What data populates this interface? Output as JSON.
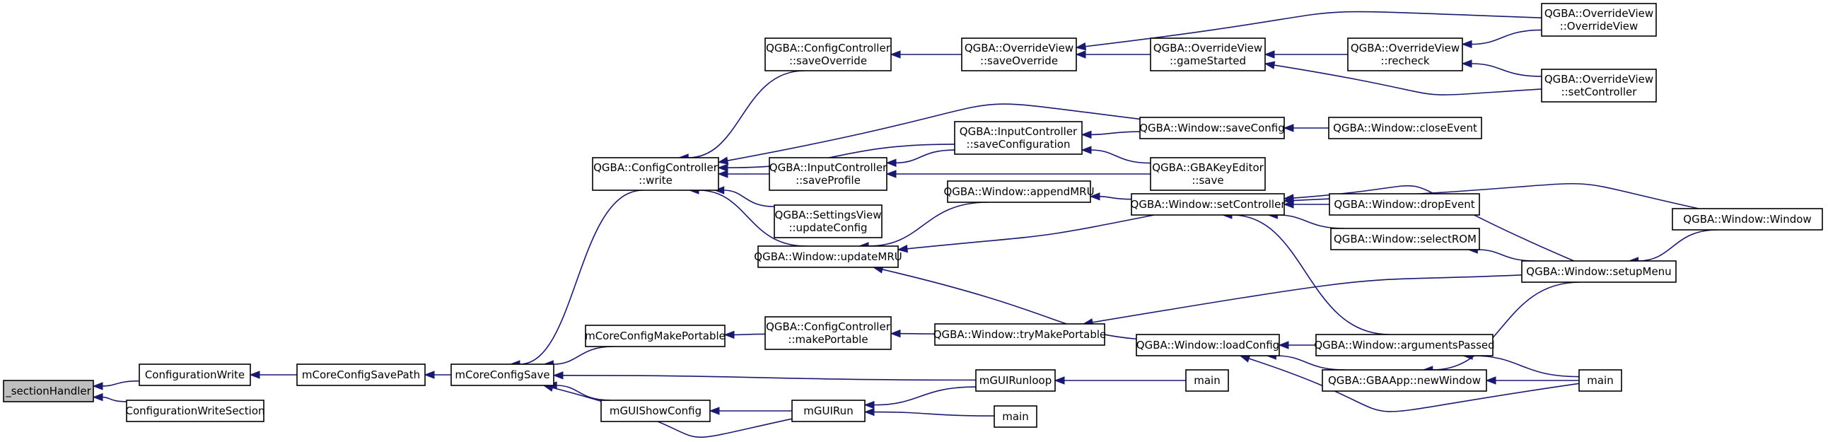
{
  "diagram": {
    "kind": "caller-graph",
    "colors": {
      "edge": "#191970",
      "node_border": "#000000",
      "root_fill": "#bfbfbf",
      "node_fill": "#ffffff"
    },
    "nodes": [
      {
        "id": "n0",
        "lines": [
          "_sectionHandler"
        ],
        "root": true
      },
      {
        "id": "n1",
        "lines": [
          "ConfigurationWrite"
        ]
      },
      {
        "id": "n2",
        "lines": [
          "ConfigurationWriteSection"
        ]
      },
      {
        "id": "n3",
        "lines": [
          "mCoreConfigSavePath"
        ]
      },
      {
        "id": "n4",
        "lines": [
          "mCoreConfigSave"
        ]
      },
      {
        "id": "n5",
        "lines": [
          "QGBA::ConfigController",
          "::write"
        ]
      },
      {
        "id": "n6",
        "lines": [
          "mCoreConfigMakePortable"
        ]
      },
      {
        "id": "n7",
        "lines": [
          "mGUIShowConfig"
        ]
      },
      {
        "id": "n8",
        "lines": [
          "mGUIRun"
        ]
      },
      {
        "id": "n9",
        "lines": [
          "mGUIRunloop"
        ]
      },
      {
        "id": "n10",
        "lines": [
          "QGBA::ConfigController",
          "::saveOverride"
        ]
      },
      {
        "id": "n11",
        "lines": [
          "QGBA::InputController",
          "::saveProfile"
        ]
      },
      {
        "id": "n12",
        "lines": [
          "QGBA::SettingsView",
          "::updateConfig"
        ]
      },
      {
        "id": "n13",
        "lines": [
          "QGBA::Window::updateMRU"
        ]
      },
      {
        "id": "n14",
        "lines": [
          "QGBA::ConfigController",
          "::makePortable"
        ]
      },
      {
        "id": "n15",
        "lines": [
          "QGBA::OverrideView",
          "::saveOverride"
        ]
      },
      {
        "id": "n16",
        "lines": [
          "QGBA::InputController",
          "::saveConfiguration"
        ]
      },
      {
        "id": "n17",
        "lines": [
          "QGBA::Window::appendMRU"
        ]
      },
      {
        "id": "n18",
        "lines": [
          "QGBA::Window::tryMakePortable"
        ]
      },
      {
        "id": "n19",
        "lines": [
          "main"
        ]
      },
      {
        "id": "n20",
        "lines": [
          "main"
        ]
      },
      {
        "id": "n21",
        "lines": [
          "QGBA::OverrideView",
          "::gameStarted"
        ]
      },
      {
        "id": "n22",
        "lines": [
          "QGBA::Window::saveConfig"
        ]
      },
      {
        "id": "n23",
        "lines": [
          "QGBA::GBAKeyEditor",
          "::save"
        ]
      },
      {
        "id": "n24",
        "lines": [
          "QGBA::Window::setController"
        ]
      },
      {
        "id": "n25",
        "lines": [
          "QGBA::Window::loadConfig"
        ]
      },
      {
        "id": "n26",
        "lines": [
          "QGBA::OverrideView",
          "::recheck"
        ]
      },
      {
        "id": "n27",
        "lines": [
          "QGBA::Window::closeEvent"
        ]
      },
      {
        "id": "n28",
        "lines": [
          "QGBA::Window::dropEvent"
        ]
      },
      {
        "id": "n29",
        "lines": [
          "QGBA::Window::selectROM"
        ]
      },
      {
        "id": "n30",
        "lines": [
          "QGBA::Window::argumentsPassed"
        ]
      },
      {
        "id": "n31",
        "lines": [
          "QGBA::GBAApp::newWindow"
        ]
      },
      {
        "id": "n32",
        "lines": [
          "QGBA::OverrideView",
          "::OverrideView"
        ]
      },
      {
        "id": "n33",
        "lines": [
          "QGBA::OverrideView",
          "::setController"
        ]
      },
      {
        "id": "n34",
        "lines": [
          "QGBA::Window::setupMenu"
        ]
      },
      {
        "id": "n35",
        "lines": [
          "main"
        ]
      },
      {
        "id": "n36",
        "lines": [
          "QGBA::Window::Window"
        ]
      }
    ],
    "edges": [
      [
        "n1",
        "n0"
      ],
      [
        "n2",
        "n0"
      ],
      [
        "n3",
        "n1"
      ],
      [
        "n4",
        "n3"
      ],
      [
        "n5",
        "n4"
      ],
      [
        "n6",
        "n4"
      ],
      [
        "n7",
        "n4"
      ],
      [
        "n8",
        "n4"
      ],
      [
        "n9",
        "n4"
      ],
      [
        "n10",
        "n5"
      ],
      [
        "n11",
        "n5"
      ],
      [
        "n12",
        "n5"
      ],
      [
        "n13",
        "n5"
      ],
      [
        "n16",
        "n5"
      ],
      [
        "n22",
        "n5"
      ],
      [
        "n14",
        "n6"
      ],
      [
        "n8",
        "n7"
      ],
      [
        "n9",
        "n8"
      ],
      [
        "n19",
        "n8"
      ],
      [
        "n20",
        "n9"
      ],
      [
        "n15",
        "n10"
      ],
      [
        "n16",
        "n11"
      ],
      [
        "n23",
        "n11"
      ],
      [
        "n17",
        "n13"
      ],
      [
        "n24",
        "n13"
      ],
      [
        "n25",
        "n13"
      ],
      [
        "n18",
        "n14"
      ],
      [
        "n21",
        "n15"
      ],
      [
        "n32",
        "n15"
      ],
      [
        "n22",
        "n16"
      ],
      [
        "n23",
        "n16"
      ],
      [
        "n24",
        "n17"
      ],
      [
        "n34",
        "n18"
      ],
      [
        "n26",
        "n21"
      ],
      [
        "n33",
        "n21"
      ],
      [
        "n27",
        "n22"
      ],
      [
        "n28",
        "n24"
      ],
      [
        "n29",
        "n24"
      ],
      [
        "n30",
        "n24"
      ],
      [
        "n34",
        "n24"
      ],
      [
        "n36",
        "n24"
      ],
      [
        "n30",
        "n25"
      ],
      [
        "n31",
        "n25"
      ],
      [
        "n35",
        "n25"
      ],
      [
        "n32",
        "n26"
      ],
      [
        "n33",
        "n26"
      ],
      [
        "n34",
        "n29"
      ],
      [
        "n35",
        "n30"
      ],
      [
        "n34",
        "n31"
      ],
      [
        "n35",
        "n31"
      ],
      [
        "n36",
        "n34"
      ]
    ]
  }
}
